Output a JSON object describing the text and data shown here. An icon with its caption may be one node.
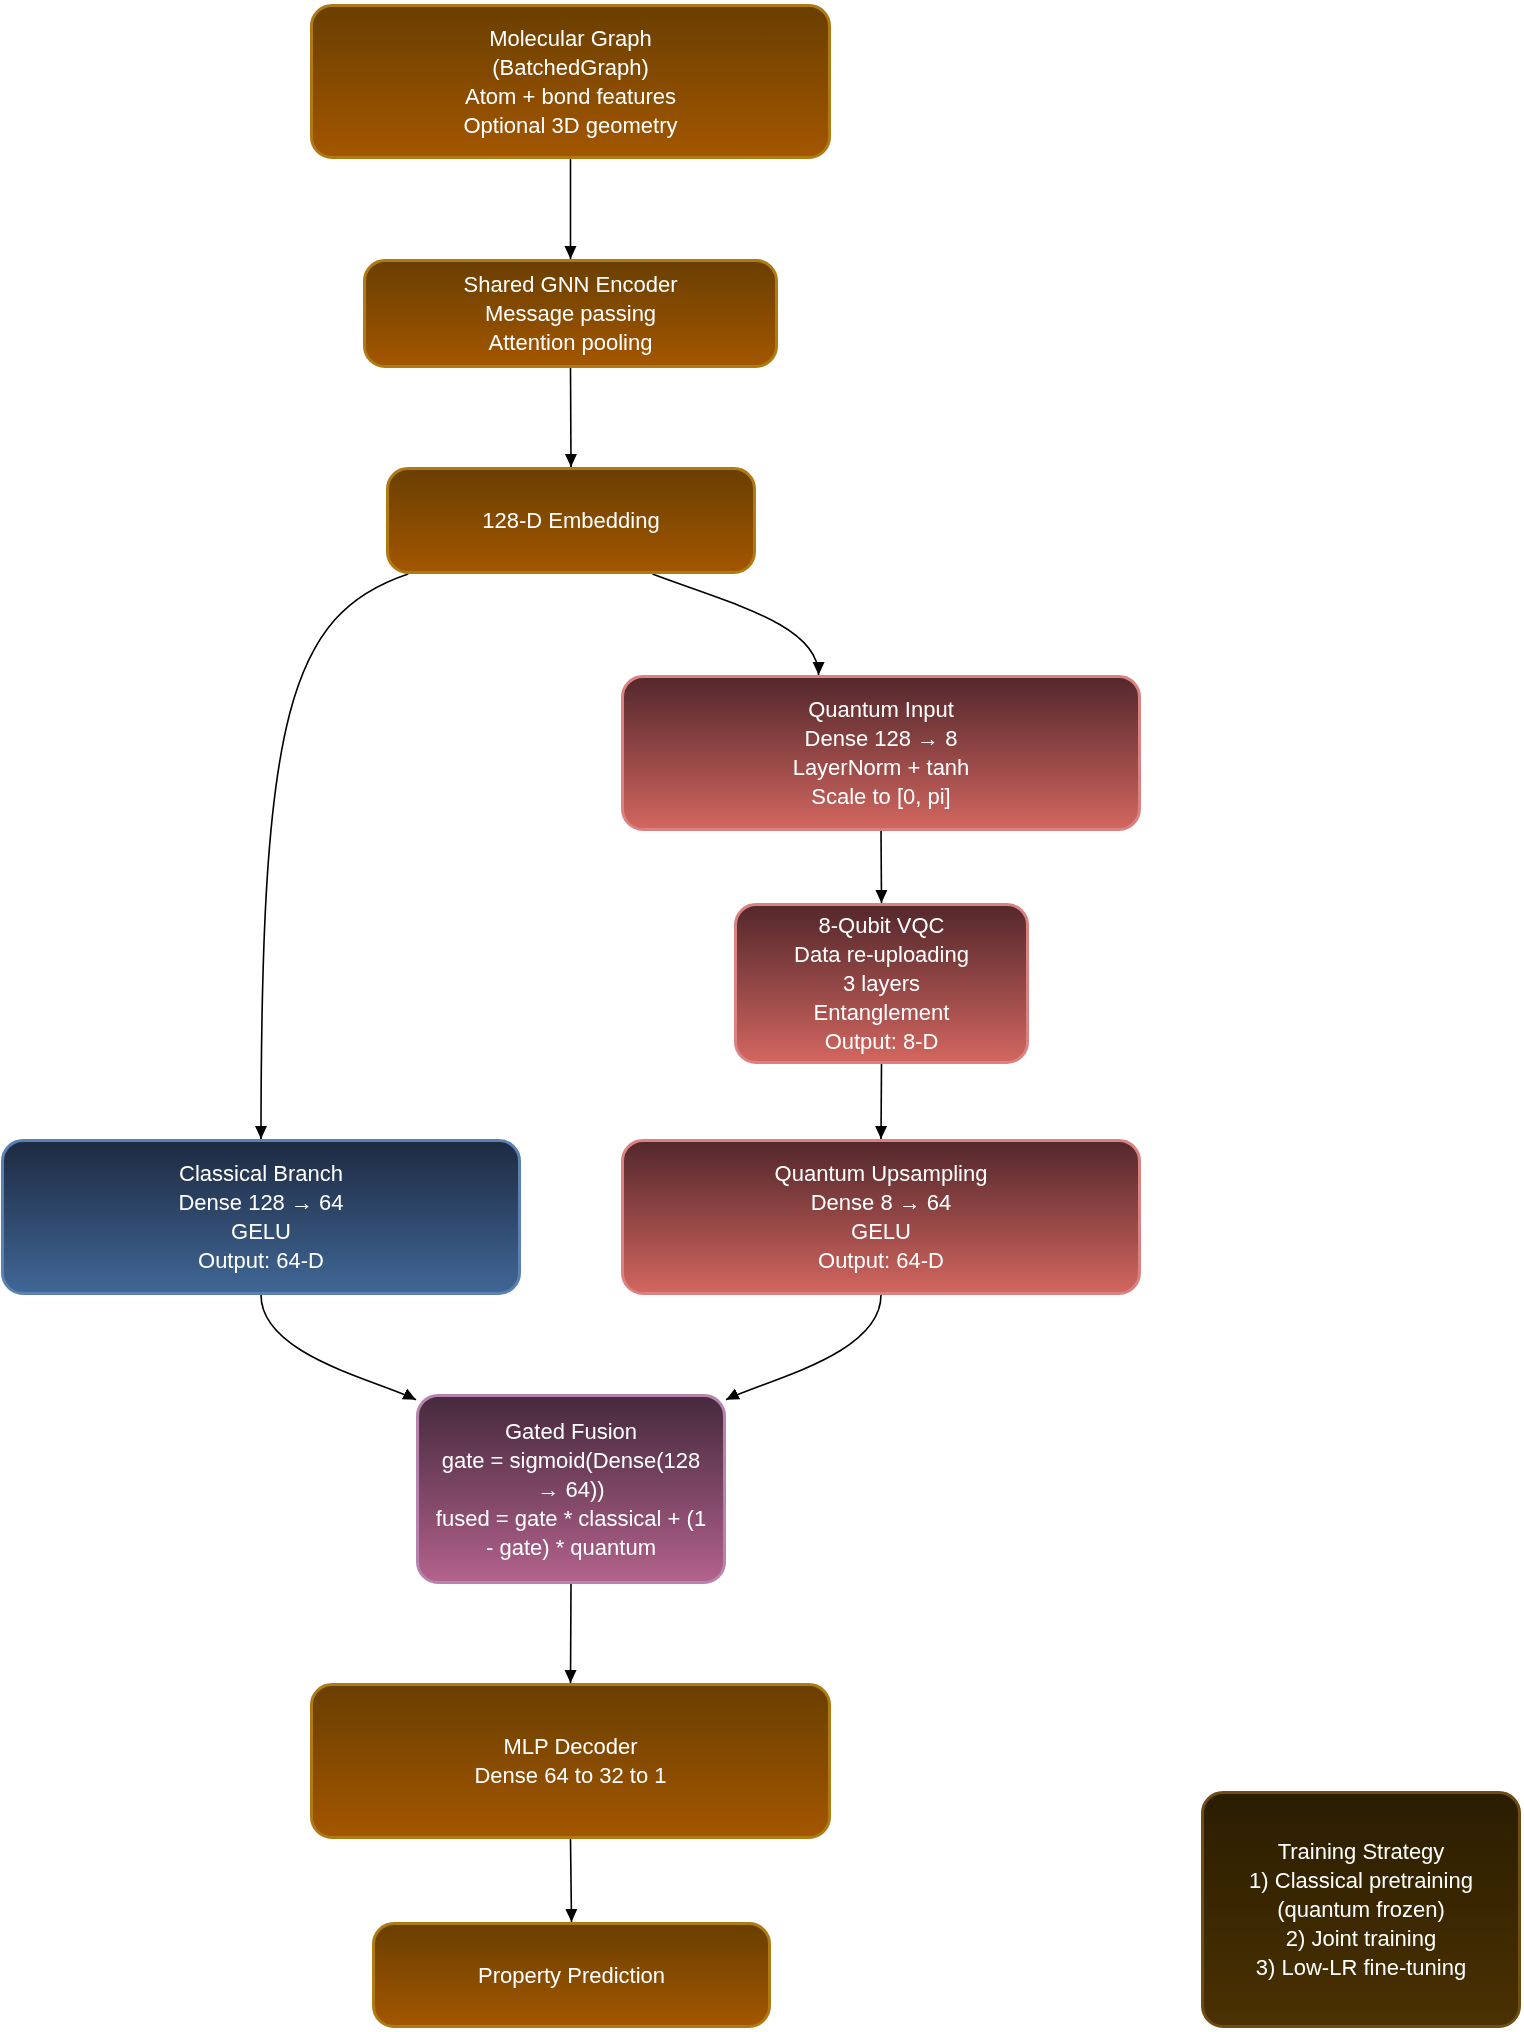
{
  "diagram": {
    "nodes": [
      {
        "text": [
          "Molecular Graph",
          "(BatchedGraph)",
          "Atom + bond features",
          "Optional 3D geometry"
        ]
      },
      {
        "text": [
          "Shared GNN Encoder",
          "Message passing",
          "Attention pooling"
        ]
      },
      {
        "text": [
          "128-D Embedding"
        ]
      },
      {
        "text": [
          "Quantum Input",
          "Dense 128 → 8",
          "LayerNorm + tanh",
          "Scale to [0, pi]"
        ]
      },
      {
        "text": [
          "8-Qubit VQC",
          "Data re-uploading",
          "3 layers",
          "Entanglement",
          "Output: 8-D"
        ]
      },
      {
        "text": [
          "Classical Branch",
          "Dense 128 → 64",
          "GELU",
          "Output: 64-D"
        ]
      },
      {
        "text": [
          "Quantum Upsampling",
          "Dense 8 → 64",
          "GELU",
          "Output: 64-D"
        ]
      },
      {
        "text": [
          "Gated Fusion",
          "gate = sigmoid(Dense(128 → 64))",
          "fused = gate * classical + (1 - gate) * quantum"
        ]
      },
      {
        "text": [
          "MLP Decoder",
          "Dense 64 to 32 to 1"
        ]
      },
      {
        "text": [
          "Property Prediction"
        ]
      },
      {
        "text": [
          "Training Strategy",
          "1) Classical pretraining (quantum frozen)",
          "2) Joint training",
          "3) Low-LR fine-tuning"
        ]
      }
    ],
    "edges": [
      {
        "from": 0,
        "to": 1,
        "arrow": "to"
      },
      {
        "from": 1,
        "to": 2,
        "arrow": "to"
      },
      {
        "from": 2,
        "to": 5,
        "arrow": "to"
      },
      {
        "from": 2,
        "to": 3,
        "arrow": "to"
      },
      {
        "from": 3,
        "to": 4,
        "arrow": "to"
      },
      {
        "from": 4,
        "to": 6,
        "arrow": "to"
      },
      {
        "from": 5,
        "to": 7,
        "arrow": "to"
      },
      {
        "from": 6,
        "to": 7,
        "arrow": "to"
      },
      {
        "from": 7,
        "to": 8,
        "arrow": "to"
      },
      {
        "from": 8,
        "to": 9,
        "arrow": "to"
      }
    ]
  }
}
